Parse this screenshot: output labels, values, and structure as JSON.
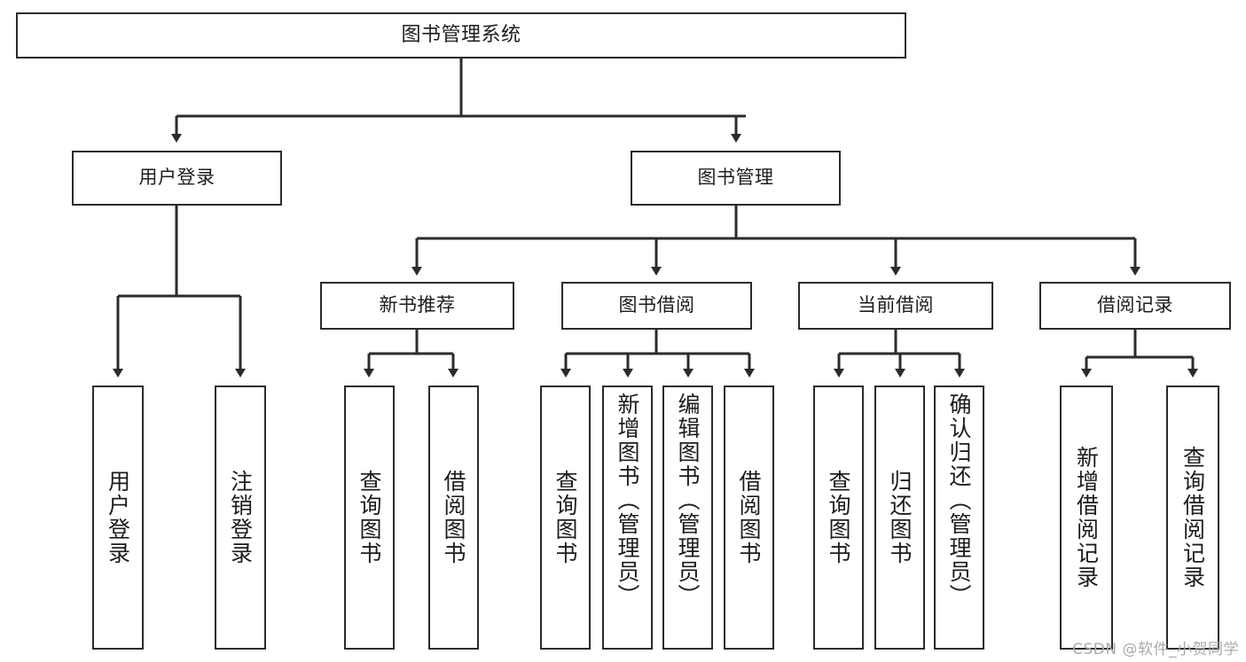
{
  "diagram": {
    "title": "图书管理系统",
    "type": "hierarchy-tree",
    "colors": {
      "box_border": "#2b2b2b",
      "box_fill": "#ffffff",
      "edge": "#2b2b2b",
      "text": "#1c1c1c",
      "watermark": "#a9a9a9",
      "background": "#ffffff"
    },
    "watermark": "CSDN @软件_小贺同学"
  },
  "nodes": {
    "root": {
      "label": "图书管理系统"
    },
    "level2": [
      {
        "id": "user-login",
        "label": "用户登录"
      },
      {
        "id": "book-manage",
        "label": "图书管理"
      }
    ],
    "level3": [
      {
        "id": "new-book-recommend",
        "label": "新书推荐"
      },
      {
        "id": "book-borrow",
        "label": "图书借阅"
      },
      {
        "id": "current-borrow",
        "label": "当前借阅"
      },
      {
        "id": "borrow-record",
        "label": "借阅记录"
      }
    ],
    "leaves": {
      "user_login": [
        {
          "id": "leaf-user-login",
          "label": "用户登录"
        },
        {
          "id": "leaf-logout",
          "label": "注销登录"
        }
      ],
      "new_book_recommend": [
        {
          "id": "leaf-query-book-1",
          "label": "查询图书"
        },
        {
          "id": "leaf-borrow-book-1",
          "label": "借阅图书"
        }
      ],
      "book_borrow": [
        {
          "id": "leaf-query-book-2",
          "label": "查询图书"
        },
        {
          "id": "leaf-add-book",
          "label": "新增图书（管理员）"
        },
        {
          "id": "leaf-edit-book",
          "label": "编辑图书（管理员）"
        },
        {
          "id": "leaf-borrow-book-2",
          "label": "借阅图书"
        }
      ],
      "current_borrow": [
        {
          "id": "leaf-query-book-3",
          "label": "查询图书"
        },
        {
          "id": "leaf-return-book",
          "label": "归还图书"
        },
        {
          "id": "leaf-confirm-return",
          "label": "确认归还（管理员）"
        }
      ],
      "borrow_record": [
        {
          "id": "leaf-add-record",
          "label": "新增借阅记录"
        },
        {
          "id": "leaf-query-record",
          "label": "查询借阅记录"
        }
      ]
    }
  }
}
